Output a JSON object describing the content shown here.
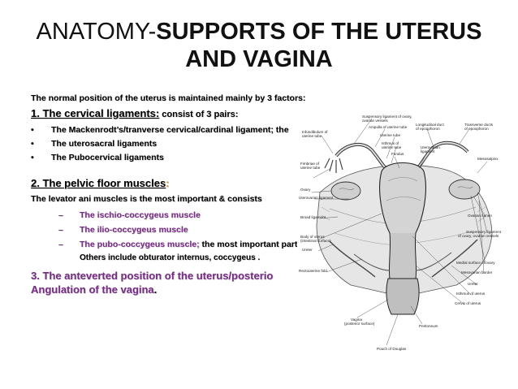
{
  "title": {
    "prefix": "ANATOMY-",
    "bold_line1": "SUPPORTS OF THE UTERUS",
    "bold_line2": "AND VAGINA"
  },
  "intro": "The normal position of the uterus is maintained mainly by 3 factors:",
  "section1": {
    "heading": "1. The cervical ligaments:",
    "suffix": " consist of 3 pairs:",
    "bullets": [
      "The Mackenrodt’s/tranverse cervical/cardinal ligament; the",
      "The uterosacral ligaments",
      "The Pubocervical ligaments"
    ]
  },
  "section2": {
    "heading": "2. The pelvic floor muscles",
    "colon": ":",
    "subtext": "The levator ani muscles is the most important & consists",
    "dashes": [
      {
        "purple": "The ischio-coccygeus muscle",
        "black": ""
      },
      {
        "purple": "The ilio-coccygeus muscle",
        "black": ""
      },
      {
        "purple": "The pubo-coccygeus muscle;",
        "black": " the most important part"
      }
    ],
    "others": "Others include obturator internus, coccygeus ."
  },
  "section3": {
    "line1": "3. The anteverted position of the uterus/posterio",
    "line2_purple": "Angulation of the vagina",
    "line2_end": "."
  },
  "diagram": {
    "labels": {
      "suspensory_top": "Suspensory ligament of ovary,",
      "suspensory_top2": "ovarian vessels",
      "infundibulum": "Infundibulum of",
      "infundibulum2": "uterine tube",
      "ampulla": "Ampulla of uterine tube",
      "uterine_tube": "Uterine tube",
      "isthmus": "Isthmus of",
      "isthmus2": "uterine tube",
      "longitudinal": "Longitudinal duct",
      "longitudinal2": "of epoophoron",
      "transverse": "Transverse ducts",
      "transverse2": "of epoophoron",
      "fimbriae": "Fimbriae of",
      "fimbriae2": "uterine tube",
      "fundus": "Fundus",
      "uterovarian": "Uterovarian",
      "uterovarian2": "ligament",
      "mesosalpinx": "Mesosalpinx",
      "ovary": "Ovary",
      "uterovarian_lig": "Uterovarian ligament",
      "broad": "Broad ligament",
      "ovarian_lumen": "Ovarian lumen",
      "body": "Body of uterus",
      "body2": "(intestinal surface)",
      "suspensory_r": "Suspensory ligament",
      "suspensory_r2": "of ovary, ovarian vessels",
      "ureter_l": "Ureter",
      "medial": "Medial surface of ovary",
      "mesovarian": "Mesovarian border",
      "rectouterine": "Rectouterine fold",
      "ureter_r": "Ureter",
      "isthmus_u": "Isthmus of uterus",
      "cervix": "Cervix of uterus",
      "vagina": "Vagina",
      "vagina2": "(posterior surface)",
      "peritoneum": "Peritoneum",
      "pouch": "Pouch of Douglas"
    }
  }
}
